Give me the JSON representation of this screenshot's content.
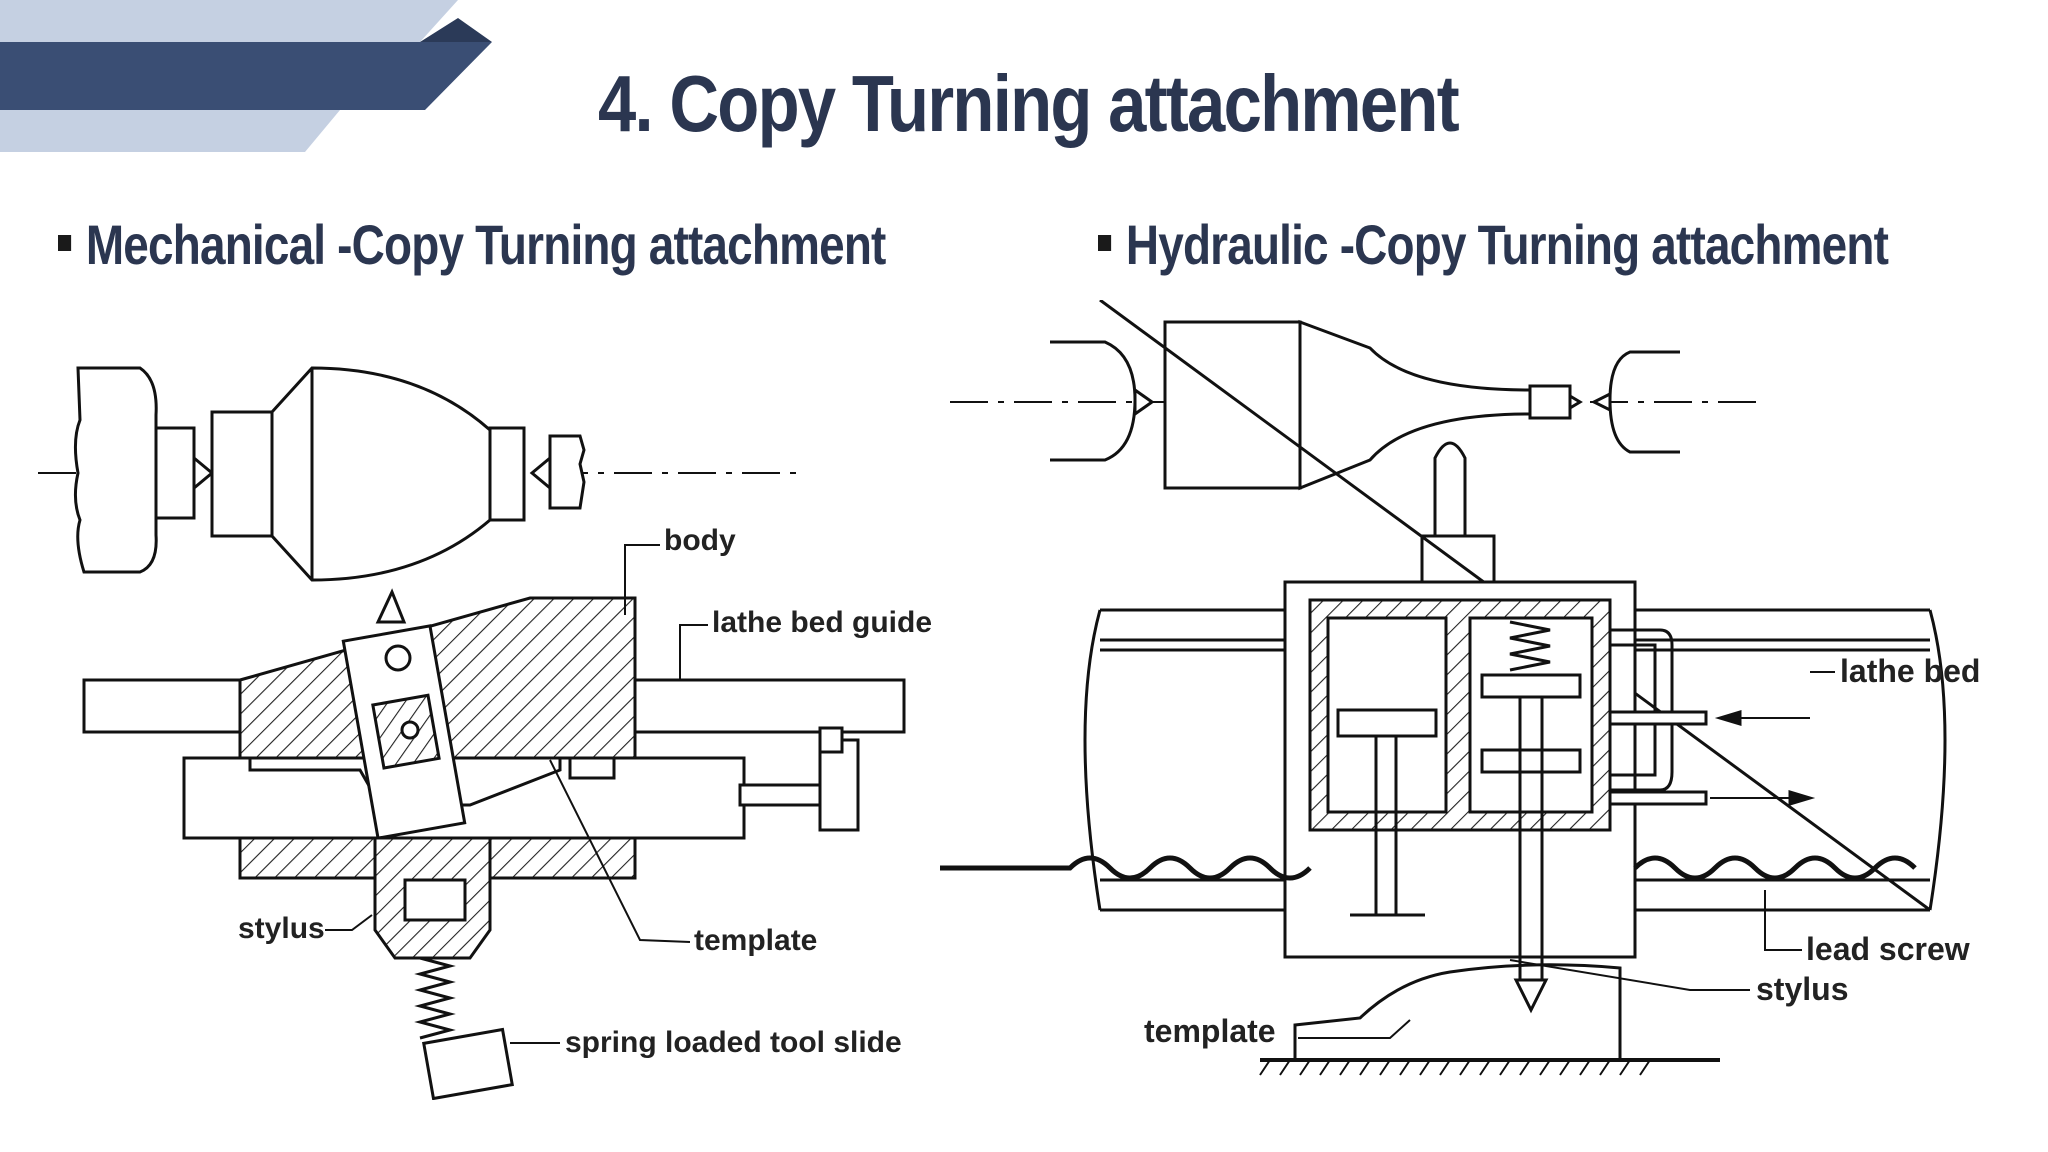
{
  "title": "4. Copy Turning attachment",
  "left": {
    "heading": "Mechanical -Copy Turning attachment",
    "labels": {
      "body": "body",
      "lathe_bed_guide": "lathe bed guide",
      "stylus": "stylus",
      "template": "template",
      "spring_loaded_tool_slide": "spring loaded tool slide"
    }
  },
  "right": {
    "heading": "Hydraulic -Copy Turning attachment",
    "labels": {
      "lathe_bed": "lathe bed",
      "lead_screw": "lead screw",
      "stylus": "stylus",
      "template": "template"
    }
  },
  "colors": {
    "title": "#2b3650",
    "banner_dark": "#3a4e74",
    "banner_light": "#c5d0e2"
  }
}
